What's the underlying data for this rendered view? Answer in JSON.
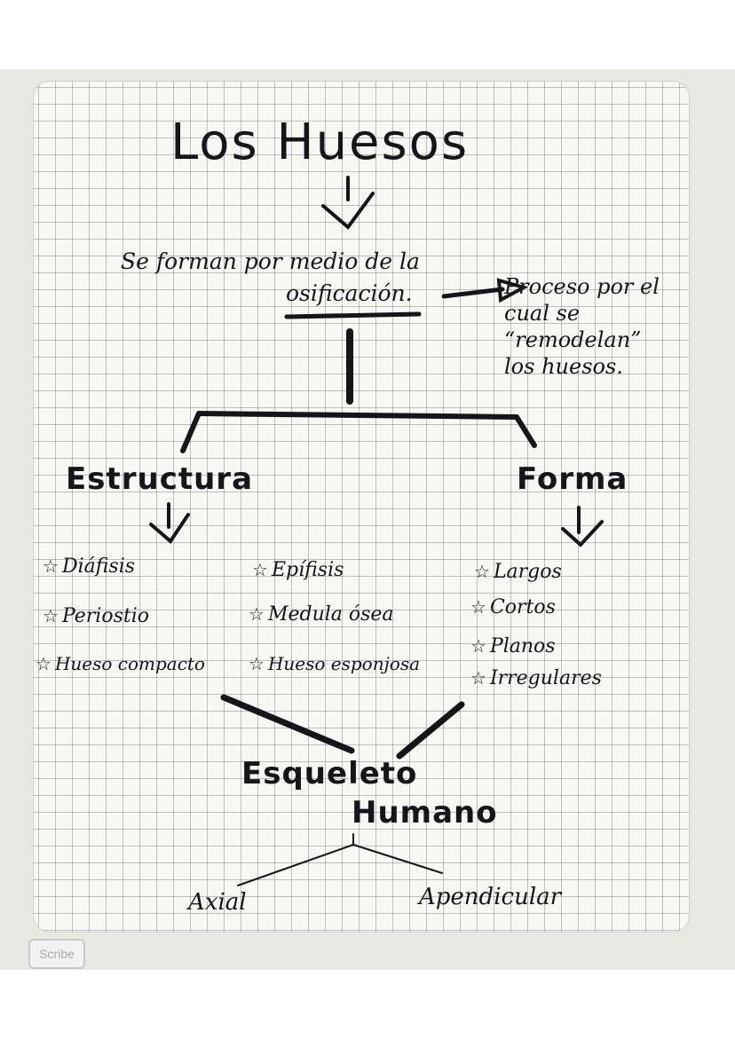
{
  "title": "Los Huesos",
  "intro": {
    "line1": "Se forman por medio de la",
    "term": "osificación."
  },
  "definition": "Proceso por el cual se “remodelan” los huesos.",
  "branches": {
    "estructura": {
      "label": "Estructura",
      "col1": [
        "Diáfisis",
        "Periostio",
        "Hueso compacto"
      ],
      "col2": [
        "Epífisis",
        "Medula ósea",
        "Hueso esponjosa"
      ]
    },
    "forma": {
      "label": "Forma",
      "items": [
        "Largos",
        "Cortos",
        "Planos",
        "Irregulares"
      ]
    }
  },
  "skeleton": {
    "line1": "Esqueleto",
    "line2": "Humano",
    "axial": "Axial",
    "apendicular": "Apendicular"
  },
  "watermark": "Scribe",
  "star_glyph": "☆",
  "ink_color": "#15151a"
}
